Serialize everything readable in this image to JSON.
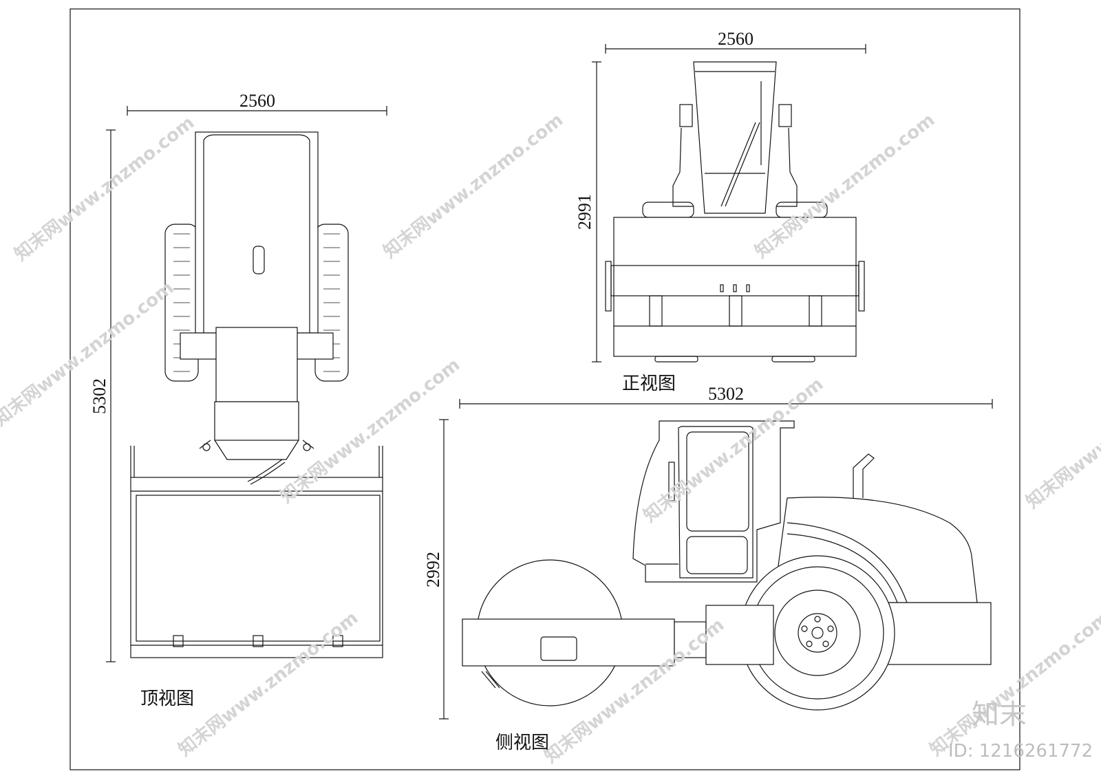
{
  "views": {
    "top": {
      "caption": "顶视图",
      "width_dim": "2560",
      "length_dim": "5302"
    },
    "front": {
      "caption": "正视图",
      "width_dim": "2560",
      "height_dim": "2991"
    },
    "side": {
      "caption": "侧视图",
      "length_dim": "5302",
      "height_dim": "2992"
    }
  },
  "watermark": {
    "text": "知末网www.znzmo.com",
    "brand": "知末",
    "id_label": "ID: 1216261772"
  }
}
